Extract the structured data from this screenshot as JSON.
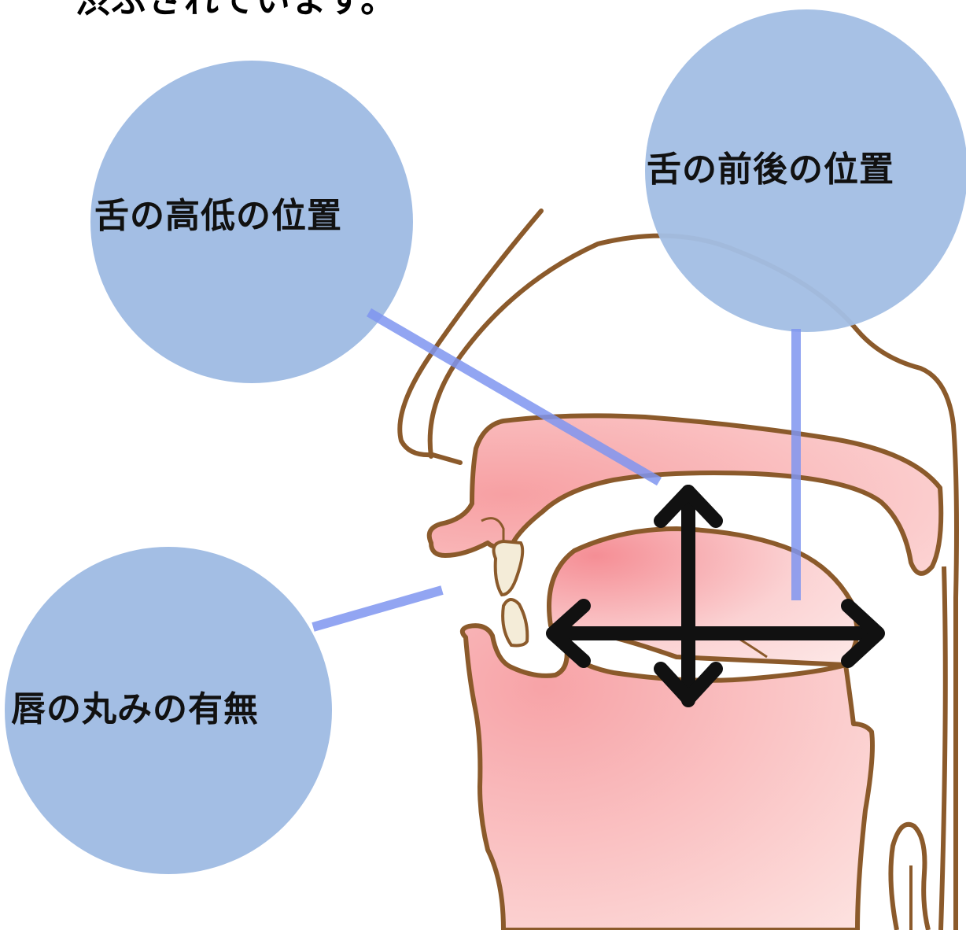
{
  "caption_partial": "渋ぶされています。",
  "labels": {
    "tongue_height": "舌の高低の位置",
    "tongue_front_back": "舌の前後の位置",
    "lip_rounding": "唇の丸みの有無"
  },
  "colors": {
    "circle_fill": "#a3bee4",
    "pointer_line": "#7f95f0",
    "outline": "#8b5a2b",
    "tissue_pink": "#f8bcbc",
    "tissue_pink_deep": "#f59a9c",
    "arrow": "#111111"
  },
  "icons": {
    "arrows": "four-way-arrow-icon"
  }
}
